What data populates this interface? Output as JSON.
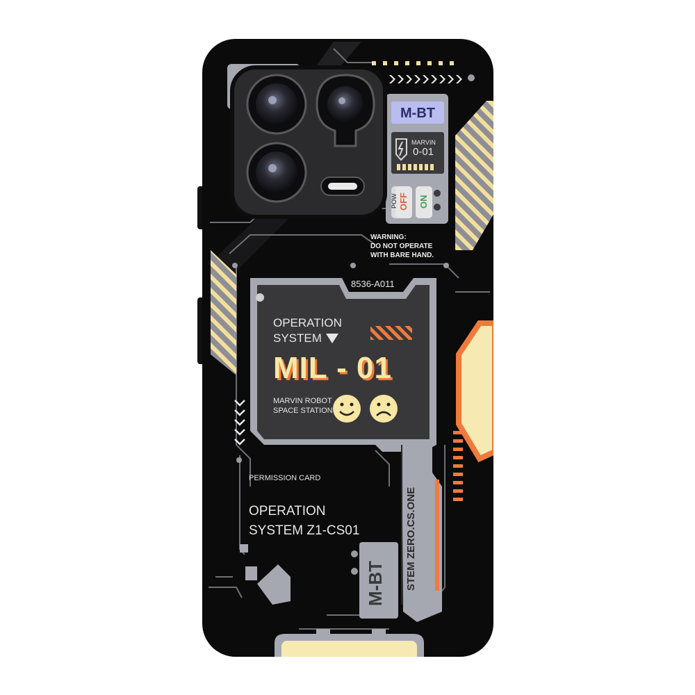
{
  "case": {
    "badge_top": "M-BT",
    "marvin_label": "MARVIN",
    "marvin_code": "0-01",
    "switch_power": "POW",
    "switch_off": "OFF",
    "switch_on": "ON",
    "warning_line1": "WARNING:",
    "warning_line2": "DO NOT OPERATE",
    "warning_line3": "WITH BARE HAND.",
    "serial": "8536-A011",
    "os_line1": "OPERATION",
    "os_line2": "SYSTEM",
    "model": "MIL - 01",
    "station_line1": "MARVIN ROBOT",
    "station_line2": "SPACE STATION",
    "permission": "PERMISSION CARD",
    "op_line1": "OPERATION",
    "op_line2": "SYSTEM Z1-CS01",
    "vertical_code": "STEM ZERO.CS.ONE",
    "badge_bottom": "M-BT"
  },
  "colors": {
    "case_black": "#0b0b0b",
    "panel_grey": "#a6a8b1",
    "screen_dark": "#38383a",
    "accent_orange": "#f07a3c",
    "accent_cream": "#f6eab2",
    "smiley_yellow": "#f6e7a4",
    "badge_blue": "#b9bdf0"
  },
  "icons": [
    "camera-lens-icon",
    "flash-icon",
    "shield-bolt-icon",
    "screw-icon",
    "triangle-down-icon",
    "smiley-face-icon",
    "sad-face-icon",
    "chevron-stack-icon",
    "hazard-stripes-icon"
  ]
}
